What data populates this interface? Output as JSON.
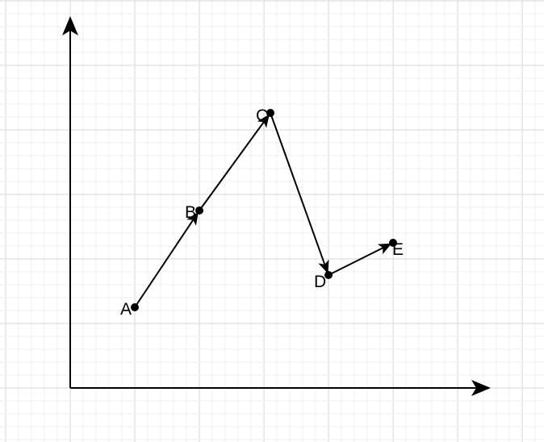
{
  "diagram": {
    "colors": {
      "background": "#ffffff",
      "grid_minor": "#efefef",
      "grid_major": "#d6d6d6",
      "stroke": "#000000"
    },
    "axes": {
      "x_arrow": true,
      "y_arrow": true
    },
    "points": [
      {
        "id": "A",
        "label": "A"
      },
      {
        "id": "B",
        "label": "B"
      },
      {
        "id": "C",
        "label": "C"
      },
      {
        "id": "D",
        "label": "D"
      },
      {
        "id": "E",
        "label": "E"
      }
    ],
    "edges": [
      {
        "from": "A",
        "to": "B"
      },
      {
        "from": "B",
        "to": "C"
      },
      {
        "from": "C",
        "to": "D"
      },
      {
        "from": "D",
        "to": "E"
      }
    ]
  }
}
